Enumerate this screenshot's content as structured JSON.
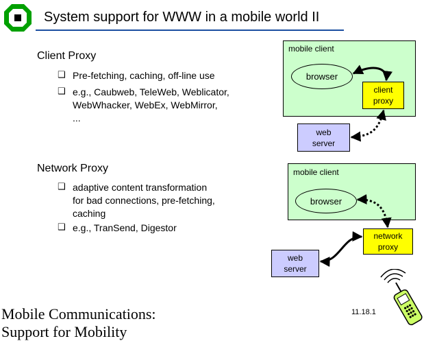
{
  "title": "System support for WWW in a mobile world II",
  "client_proxy": {
    "heading": "Client Proxy",
    "bullets": [
      "Pre-fetching, caching, off-line use",
      "e.g., Caubweb, TeleWeb, Weblicator,",
      "WebWhacker, WebEx, WebMirror,",
      "..."
    ]
  },
  "network_proxy": {
    "heading": "Network Proxy",
    "bullets": [
      "adaptive content transformation",
      "for bad connections, pre-fetching,",
      "caching",
      "e.g., TranSend, Digestor"
    ]
  },
  "diagram_top": {
    "container_label": "mobile client",
    "browser": "browser",
    "proxy_line1": "client",
    "proxy_line2": "proxy",
    "server_line1": "web",
    "server_line2": "server"
  },
  "diagram_bottom": {
    "container_label": "mobile client",
    "browser": "browser",
    "proxy_line1": "network",
    "proxy_line2": "proxy",
    "server_line1": "web",
    "server_line2": "server"
  },
  "footer": {
    "line1": "Mobile Communications:",
    "line2": "Support for Mobility"
  },
  "page_number": "11.18.1",
  "colors": {
    "container_green": "#ccffcc",
    "proxy_yellow": "#ffff00",
    "server_blue": "#ccccff",
    "logo_green": "#00a000",
    "title_rule": "#1a4ea0"
  }
}
